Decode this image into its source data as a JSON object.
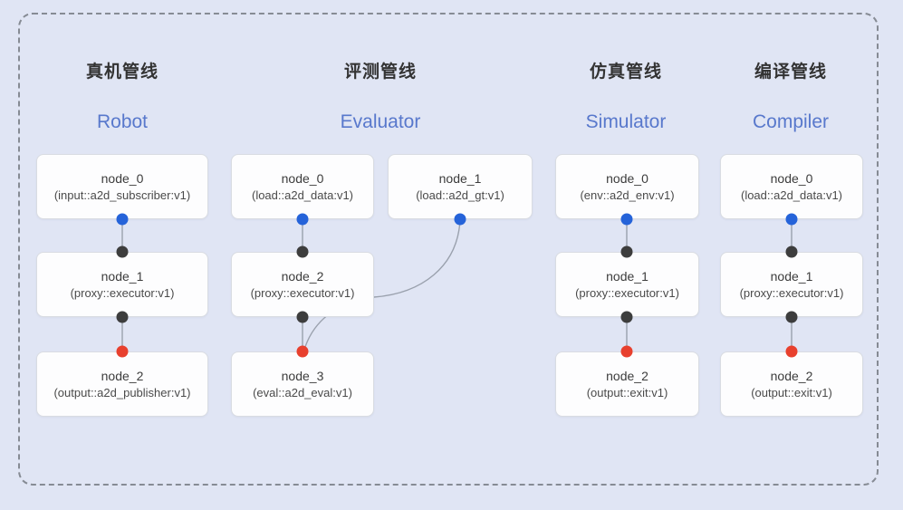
{
  "colors": {
    "background": "#e0e5f4",
    "frame_border": "#868b94",
    "node_bg": "#fdfdfe",
    "node_border": "#d9dce2",
    "edge": "#9aa1ad",
    "blue_handle": "#2563d9",
    "dark_handle": "#3d3d3d",
    "red_handle": "#e8402e",
    "title_text": "#333333",
    "subtitle_text": "#5878cc",
    "node_name_text": "#3c3c3c",
    "node_type_text": "#4a4a4a"
  },
  "pipelines": [
    {
      "id": "robot",
      "title": "真机管线",
      "subtitle": "Robot",
      "nodes": [
        {
          "name": "node_0",
          "type": "(input::a2d_subscriber:v1)"
        },
        {
          "name": "node_1",
          "type": "(proxy::executor:v1)"
        },
        {
          "name": "node_2",
          "type": "(output::a2d_publisher:v1)"
        }
      ]
    },
    {
      "id": "evaluator",
      "title": "评测管线",
      "subtitle": "Evaluator",
      "nodes": [
        {
          "name": "node_0",
          "type": "(load::a2d_data:v1)"
        },
        {
          "name": "node_1",
          "type": "(load::a2d_gt:v1)"
        },
        {
          "name": "node_2",
          "type": "(proxy::executor:v1)"
        },
        {
          "name": "node_3",
          "type": "(eval::a2d_eval:v1)"
        }
      ]
    },
    {
      "id": "simulator",
      "title": "仿真管线",
      "subtitle": "Simulator",
      "nodes": [
        {
          "name": "node_0",
          "type": "(env::a2d_env:v1)"
        },
        {
          "name": "node_1",
          "type": "(proxy::executor:v1)"
        },
        {
          "name": "node_2",
          "type": "(output::exit:v1)"
        }
      ]
    },
    {
      "id": "compiler",
      "title": "编译管线",
      "subtitle": "Compiler",
      "nodes": [
        {
          "name": "node_0",
          "type": "(load::a2d_data:v1)"
        },
        {
          "name": "node_1",
          "type": "(proxy::executor:v1)"
        },
        {
          "name": "node_2",
          "type": "(output::exit:v1)"
        }
      ]
    }
  ]
}
